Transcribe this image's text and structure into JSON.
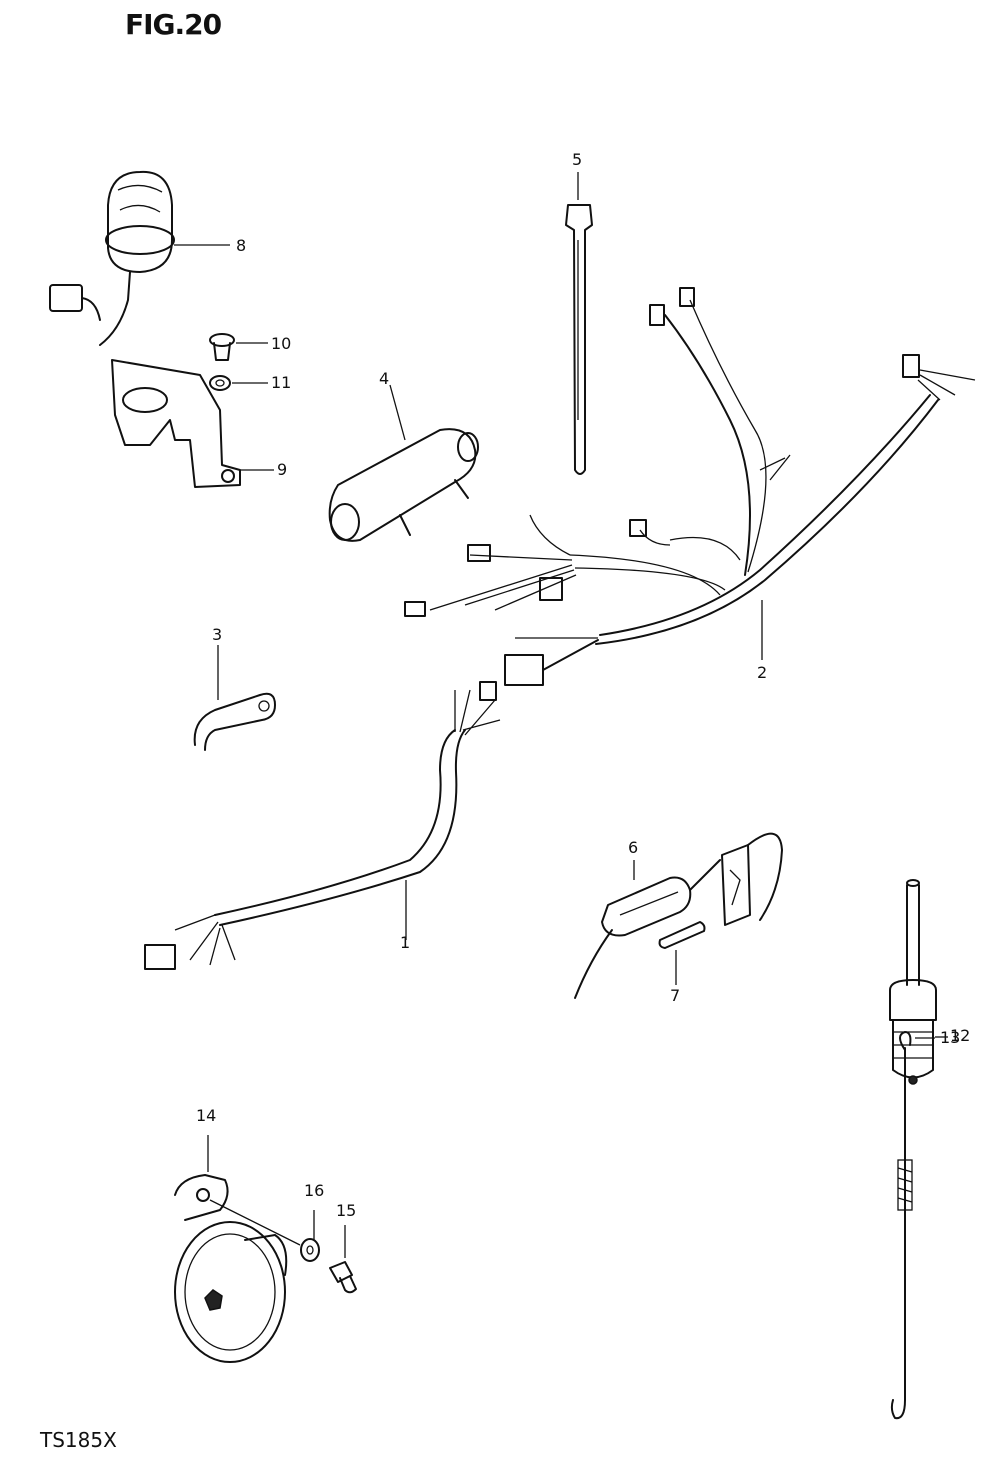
{
  "figure": {
    "title": "FIG.20",
    "model": "TS185X"
  },
  "callouts": [
    {
      "id": "1",
      "label": "1"
    },
    {
      "id": "2",
      "label": "2"
    },
    {
      "id": "3",
      "label": "3"
    },
    {
      "id": "4",
      "label": "4"
    },
    {
      "id": "5",
      "label": "5"
    },
    {
      "id": "6",
      "label": "6"
    },
    {
      "id": "7",
      "label": "7"
    },
    {
      "id": "8",
      "label": "8"
    },
    {
      "id": "9",
      "label": "9"
    },
    {
      "id": "10",
      "label": "10"
    },
    {
      "id": "11",
      "label": "11"
    },
    {
      "id": "12",
      "label": "12"
    },
    {
      "id": "13",
      "label": "13"
    },
    {
      "id": "14",
      "label": "14"
    },
    {
      "id": "15",
      "label": "15"
    },
    {
      "id": "16",
      "label": "16"
    }
  ]
}
